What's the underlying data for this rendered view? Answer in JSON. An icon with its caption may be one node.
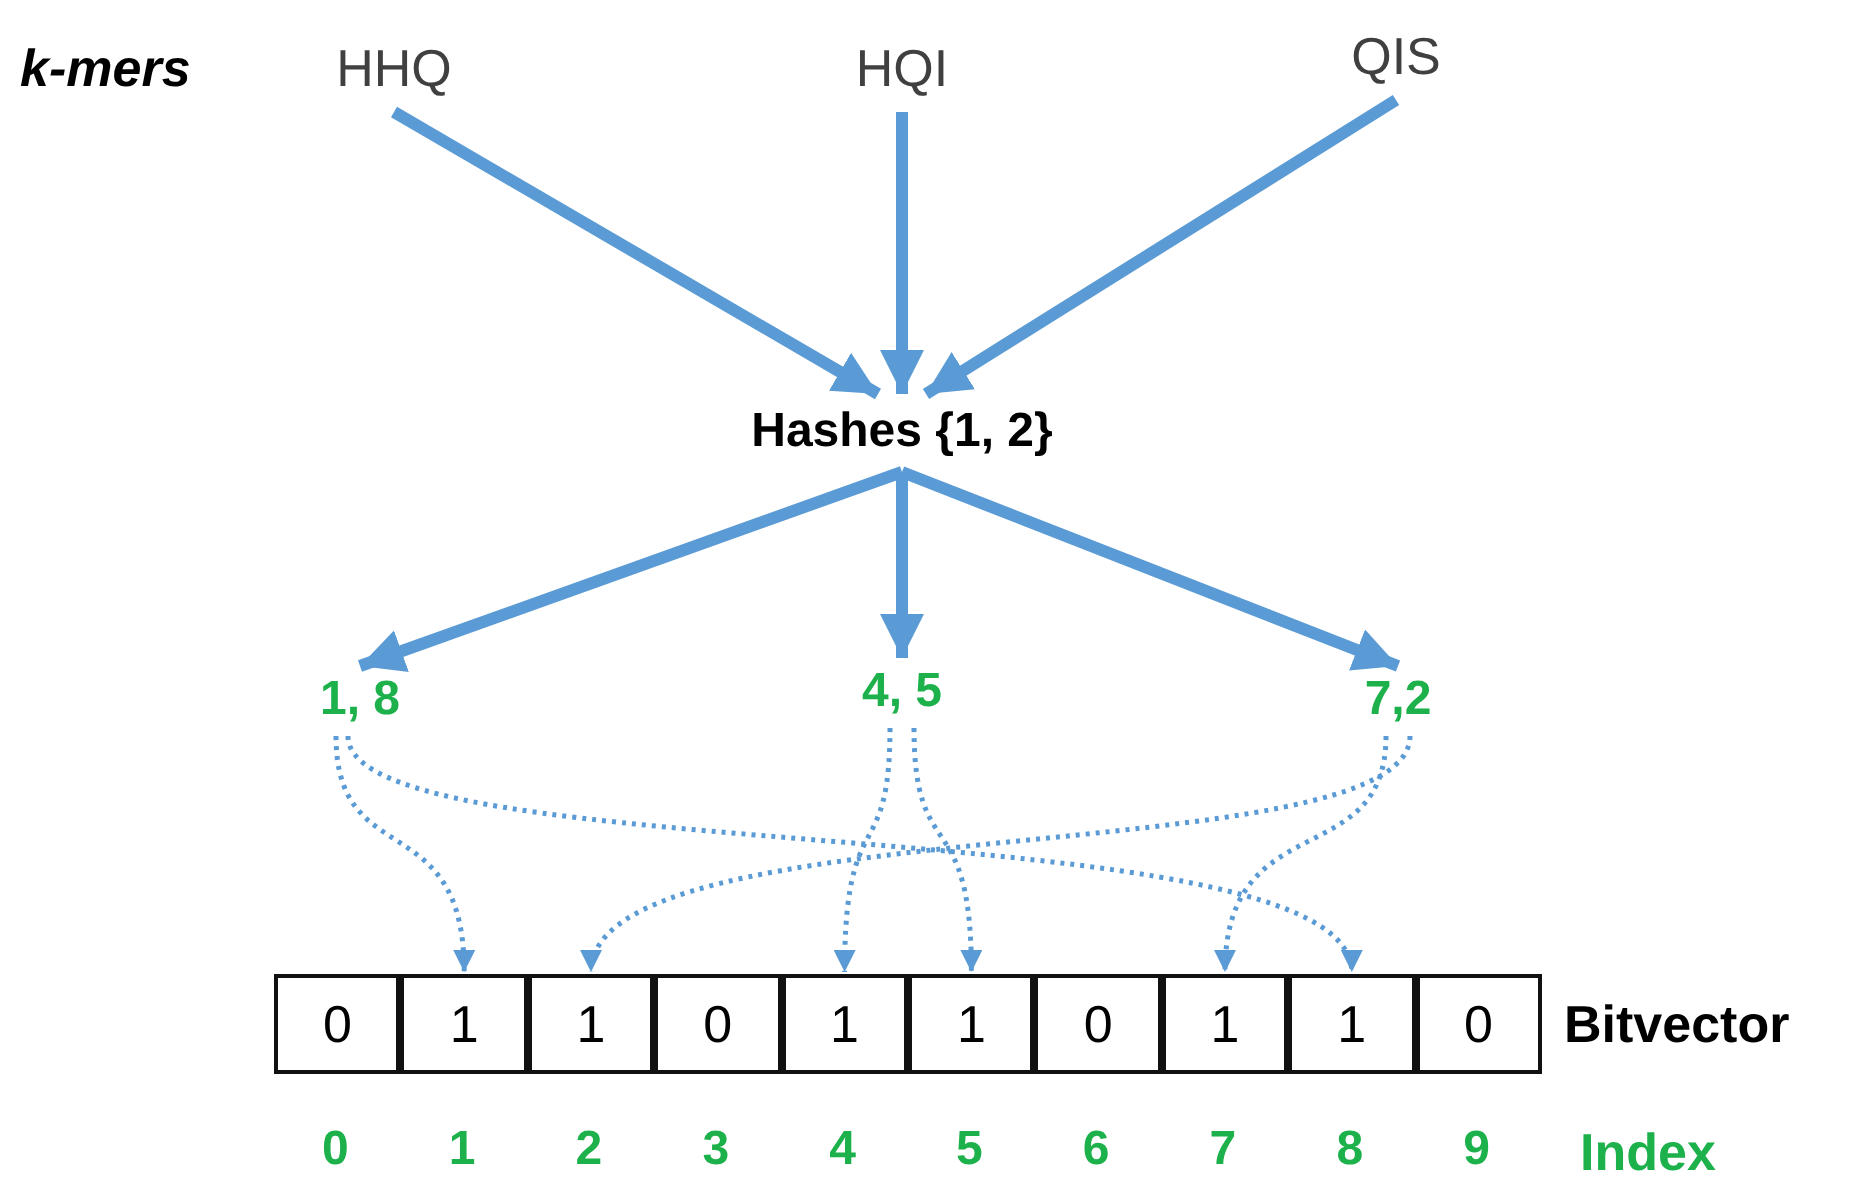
{
  "diagram": {
    "nodes": [
      {
        "text": [
          "HHQ"
        ]
      },
      {
        "text": [
          "HQI"
        ]
      },
      {
        "text": [
          "QIS"
        ]
      },
      {
        "text": [
          "Hashes {1, 2}"
        ]
      },
      {
        "text": [
          "1, 8"
        ]
      },
      {
        "text": [
          "4, 5"
        ]
      },
      {
        "text": [
          "7,2"
        ]
      },
      {
        "text": [
          "0"
        ]
      },
      {
        "text": [
          "1"
        ]
      },
      {
        "text": [
          "1"
        ]
      },
      {
        "text": [
          "0"
        ]
      },
      {
        "text": [
          "1"
        ]
      },
      {
        "text": [
          "1"
        ]
      },
      {
        "text": [
          "0"
        ]
      },
      {
        "text": [
          "1"
        ]
      },
      {
        "text": [
          "1"
        ]
      },
      {
        "text": [
          "0"
        ]
      }
    ],
    "edges": [
      {
        "from": 0,
        "to": 3,
        "arrow": "to",
        "style": "thick"
      },
      {
        "from": 1,
        "to": 3,
        "arrow": "to",
        "style": "thick"
      },
      {
        "from": 2,
        "to": 3,
        "arrow": "to",
        "style": "thick"
      },
      {
        "from": 3,
        "to": 4,
        "arrow": "to",
        "style": "thick"
      },
      {
        "from": 3,
        "to": 5,
        "arrow": "to",
        "style": "thick"
      },
      {
        "from": 3,
        "to": 6,
        "arrow": "to",
        "style": "thick"
      },
      {
        "from": 4,
        "to": 8,
        "arrow": "to",
        "style": "dashed"
      },
      {
        "from": 4,
        "to": 15,
        "arrow": "to",
        "style": "dashed"
      },
      {
        "from": 5,
        "to": 11,
        "arrow": "to",
        "style": "dashed"
      },
      {
        "from": 5,
        "to": 12,
        "arrow": "to",
        "style": "dashed"
      },
      {
        "from": 6,
        "to": 14,
        "arrow": "to",
        "style": "dashed"
      },
      {
        "from": 6,
        "to": 9,
        "arrow": "to",
        "style": "dashed"
      }
    ],
    "labels": [
      "k-mers",
      "Bitvector",
      "0",
      "1",
      "2",
      "3",
      "4",
      "5",
      "6",
      "7",
      "8",
      "9",
      "Index"
    ]
  }
}
